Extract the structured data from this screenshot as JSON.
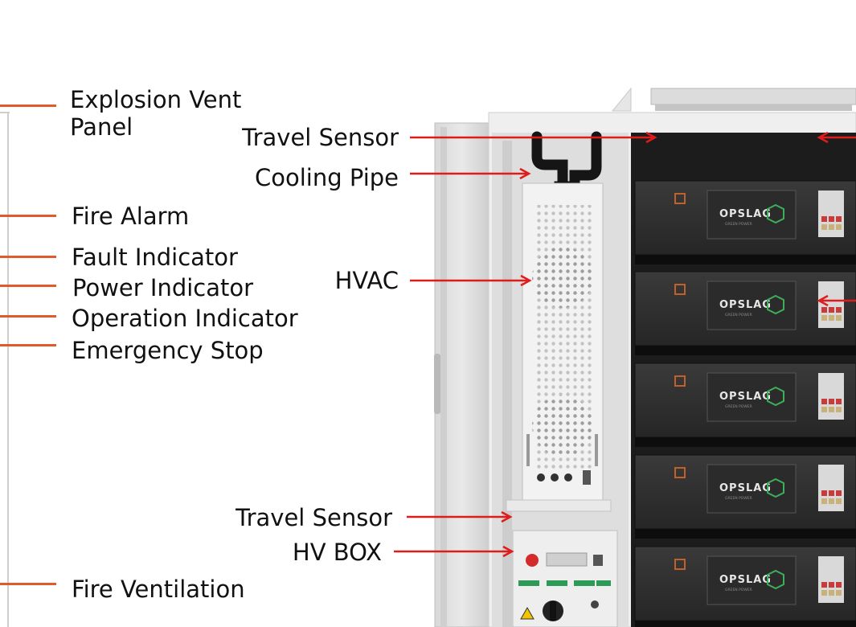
{
  "diagram": {
    "accent_colors": {
      "left_leader": "#e2592b",
      "arrow": "#e01b1b"
    },
    "left_labels": [
      {
        "id": "explosion-vent-panel",
        "text": "Explosion Vent\nPanel"
      },
      {
        "id": "fire-alarm",
        "text": "Fire Alarm"
      },
      {
        "id": "fault-indicator",
        "text": "Fault Indicator"
      },
      {
        "id": "power-indicator",
        "text": "Power Indicator"
      },
      {
        "id": "operation-indicator",
        "text": "Operation Indicator"
      },
      {
        "id": "emergency-stop",
        "text": "Emergency Stop"
      },
      {
        "id": "fire-ventilation",
        "text": "Fire Ventilation"
      }
    ],
    "callout_labels": [
      {
        "id": "travel-sensor-top",
        "text": "Travel Sensor"
      },
      {
        "id": "cooling-pipe",
        "text": "Cooling Pipe"
      },
      {
        "id": "hvac",
        "text": "HVAC"
      },
      {
        "id": "travel-sensor-bottom",
        "text": "Travel Sensor"
      },
      {
        "id": "hv-box",
        "text": "HV BOX"
      }
    ],
    "battery_logo": {
      "brand": "OPSLAG",
      "tagline": "GREEN POWER"
    }
  }
}
